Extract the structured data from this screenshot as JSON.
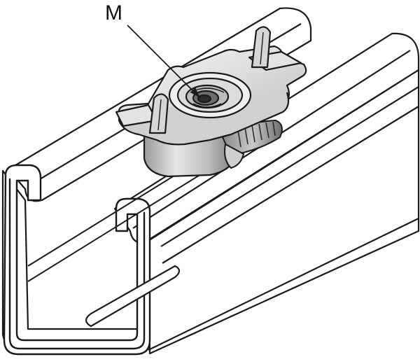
{
  "figure": {
    "callout_label": "M"
  },
  "colors": {
    "background": "#ffffff",
    "line": "#1a1a1a",
    "steel_light": "#e9e9e9",
    "steel_mid": "#cfcfcf",
    "steel_dark": "#8f8f8f"
  },
  "parts": [
    {
      "id": "channel-rail",
      "icon": "strut-channel"
    },
    {
      "id": "channel-nut",
      "icon": "threaded-nut"
    },
    {
      "id": "retaining-plate",
      "icon": "spring-plate"
    }
  ]
}
